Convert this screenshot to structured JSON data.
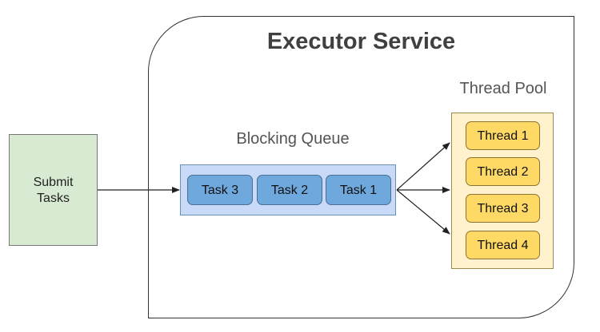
{
  "executor": {
    "title": "Executor Service"
  },
  "submit": {
    "line1": "Submit",
    "line2": "Tasks"
  },
  "queue": {
    "title": "Blocking Queue",
    "tasks": [
      "Task 3",
      "Task 2",
      "Task 1"
    ]
  },
  "pool": {
    "title": "Thread Pool",
    "threads": [
      "Thread 1",
      "Thread 2",
      "Thread 3",
      "Thread 4"
    ]
  },
  "colors": {
    "submit_fill": "#d9ead3",
    "queue_fill": "#c9daf8",
    "task_fill": "#6fa8dc",
    "pool_fill": "#fff2cc",
    "thread_fill": "#ffd966"
  }
}
